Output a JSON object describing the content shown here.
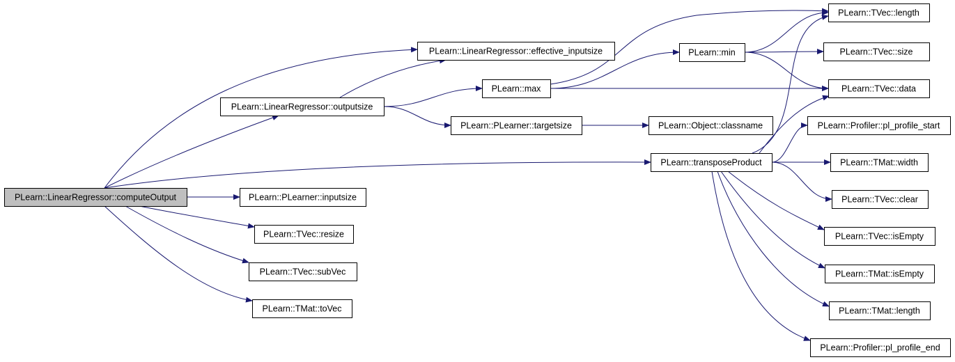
{
  "colors": {
    "edge": "#191970",
    "node_fill": "#ffffff",
    "root_fill": "#bfbfbf",
    "node_border": "#000000"
  },
  "nodes": {
    "root": {
      "label": "PLearn::LinearRegressor::computeOutput",
      "highlighted": true
    },
    "effective_inputsize": {
      "label": "PLearn::LinearRegressor::effective_inputsize"
    },
    "outputsize": {
      "label": "PLearn::LinearRegressor::outputsize"
    },
    "max": {
      "label": "PLearn::max"
    },
    "min": {
      "label": "PLearn::min"
    },
    "targetsize": {
      "label": "PLearn::PLearner::targetsize"
    },
    "classname": {
      "label": "PLearn::Object::classname"
    },
    "transposeProduct": {
      "label": "PLearn::transposeProduct"
    },
    "inputsize": {
      "label": "PLearn::PLearner::inputsize"
    },
    "tvec_resize": {
      "label": "PLearn::TVec::resize"
    },
    "tvec_subvec": {
      "label": "PLearn::TVec::subVec"
    },
    "tmat_tovec": {
      "label": "PLearn::TMat::toVec"
    },
    "tvec_length": {
      "label": "PLearn::TVec::length"
    },
    "tvec_size": {
      "label": "PLearn::TVec::size"
    },
    "tvec_data": {
      "label": "PLearn::TVec::data"
    },
    "pl_profile_start": {
      "label": "PLearn::Profiler::pl_profile_start"
    },
    "tmat_width": {
      "label": "PLearn::TMat::width"
    },
    "tvec_clear": {
      "label": "PLearn::TVec::clear"
    },
    "tvec_isempty": {
      "label": "PLearn::TVec::isEmpty"
    },
    "tmat_isempty": {
      "label": "PLearn::TMat::isEmpty"
    },
    "tmat_length": {
      "label": "PLearn::TMat::length"
    },
    "pl_profile_end": {
      "label": "PLearn::Profiler::pl_profile_end"
    }
  },
  "edges": [
    [
      "root",
      "effective_inputsize"
    ],
    [
      "root",
      "outputsize"
    ],
    [
      "root",
      "transposeProduct"
    ],
    [
      "root",
      "inputsize"
    ],
    [
      "root",
      "tvec_resize"
    ],
    [
      "root",
      "tvec_subvec"
    ],
    [
      "root",
      "tmat_tovec"
    ],
    [
      "outputsize",
      "effective_inputsize"
    ],
    [
      "outputsize",
      "max"
    ],
    [
      "outputsize",
      "targetsize"
    ],
    [
      "targetsize",
      "classname"
    ],
    [
      "max",
      "min"
    ],
    [
      "max",
      "tvec_length"
    ],
    [
      "max",
      "tvec_data"
    ],
    [
      "min",
      "tvec_length"
    ],
    [
      "min",
      "tvec_size"
    ],
    [
      "min",
      "tvec_data"
    ],
    [
      "transposeProduct",
      "tvec_length"
    ],
    [
      "transposeProduct",
      "tvec_data"
    ],
    [
      "transposeProduct",
      "pl_profile_start"
    ],
    [
      "transposeProduct",
      "tmat_width"
    ],
    [
      "transposeProduct",
      "tvec_clear"
    ],
    [
      "transposeProduct",
      "tvec_isempty"
    ],
    [
      "transposeProduct",
      "tmat_isempty"
    ],
    [
      "transposeProduct",
      "tmat_length"
    ],
    [
      "transposeProduct",
      "pl_profile_end"
    ]
  ]
}
